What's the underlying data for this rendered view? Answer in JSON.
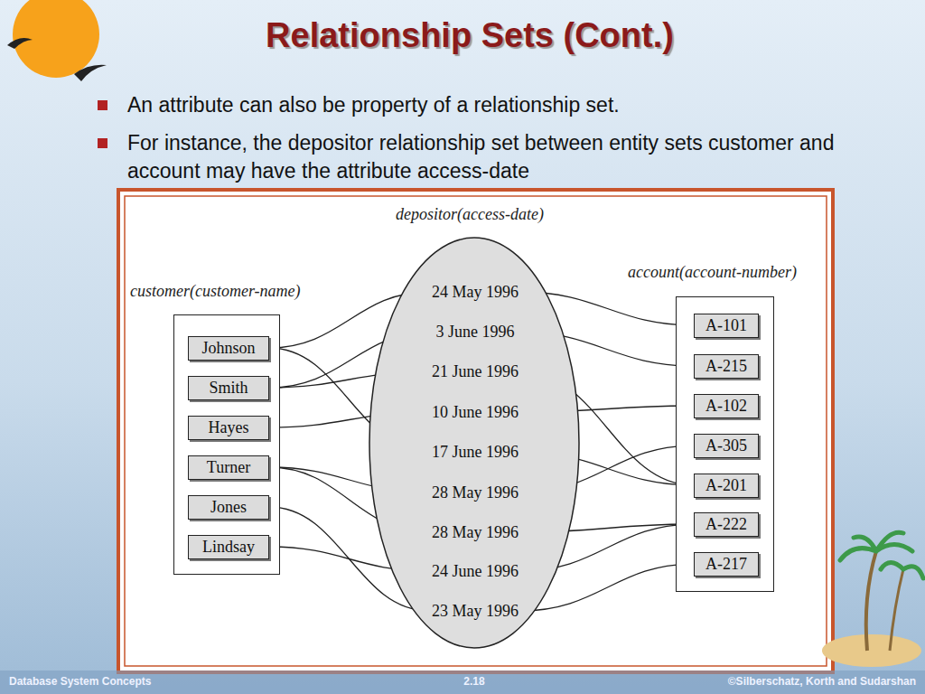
{
  "diagram": {
    "title": "Relationship Sets (Cont.)",
    "nodes": [
      {
        "text": [
          "customer(customer-name)"
        ]
      },
      {
        "text": [
          "Johnson"
        ],
        "in": 0
      },
      {
        "text": [
          "Smith"
        ],
        "in": 0
      },
      {
        "text": [
          "Hayes"
        ],
        "in": 0
      },
      {
        "text": [
          "Turner"
        ],
        "in": 0
      },
      {
        "text": [
          "Jones"
        ],
        "in": 0
      },
      {
        "text": [
          "Lindsay"
        ],
        "in": 0
      },
      {
        "text": [
          "depositor(access-date)"
        ]
      },
      {
        "text": [
          "24 May 1996"
        ],
        "in": 7
      },
      {
        "text": [
          "3 June 1996"
        ],
        "in": 7
      },
      {
        "text": [
          "21 June 1996"
        ],
        "in": 7
      },
      {
        "text": [
          "10 June 1996"
        ],
        "in": 7
      },
      {
        "text": [
          "17 June 1996"
        ],
        "in": 7
      },
      {
        "text": [
          "28 May 1996"
        ],
        "in": 7
      },
      {
        "text": [
          "28 May 1996"
        ],
        "in": 7
      },
      {
        "text": [
          "24 June 1996"
        ],
        "in": 7
      },
      {
        "text": [
          "23 May 1996"
        ],
        "in": 7
      },
      {
        "text": [
          "account(account-number)"
        ]
      },
      {
        "text": [
          "A-101"
        ],
        "in": 17
      },
      {
        "text": [
          "A-215"
        ],
        "in": 17
      },
      {
        "text": [
          "A-102"
        ],
        "in": 17
      },
      {
        "text": [
          "A-305"
        ],
        "in": 17
      },
      {
        "text": [
          "A-201"
        ],
        "in": 17
      },
      {
        "text": [
          "A-222"
        ],
        "in": 17
      },
      {
        "text": [
          "A-217"
        ],
        "in": 17
      }
    ],
    "edges": [
      {
        "from": 1,
        "to": 8,
        "arrow": "none"
      },
      {
        "from": 1,
        "to": 12,
        "arrow": "none"
      },
      {
        "from": 2,
        "to": 9,
        "arrow": "none"
      },
      {
        "from": 2,
        "to": 10,
        "arrow": "none"
      },
      {
        "from": 3,
        "to": 11,
        "arrow": "none"
      },
      {
        "from": 4,
        "to": 13,
        "arrow": "none"
      },
      {
        "from": 4,
        "to": 14,
        "arrow": "none"
      },
      {
        "from": 5,
        "to": 16,
        "arrow": "none"
      },
      {
        "from": 6,
        "to": 15,
        "arrow": "none"
      },
      {
        "from": 8,
        "to": 18,
        "arrow": "none"
      },
      {
        "from": 9,
        "to": 19,
        "arrow": "none"
      },
      {
        "from": 10,
        "to": 22,
        "arrow": "none"
      },
      {
        "from": 11,
        "to": 20,
        "arrow": "none"
      },
      {
        "from": 12,
        "to": 22,
        "arrow": "none"
      },
      {
        "from": 13,
        "to": 21,
        "arrow": "none"
      },
      {
        "from": 14,
        "to": 23,
        "arrow": "none"
      },
      {
        "from": 15,
        "to": 23,
        "arrow": "none"
      },
      {
        "from": 16,
        "to": 24,
        "arrow": "none"
      }
    ],
    "labels": [
      "An attribute can also be property of a relationship set.",
      "For instance, the depositor relationship set between entity sets customer and account may have the attribute access-date",
      "Database System Concepts",
      "2.18",
      "©Silberschatz, Korth and Sudarshan"
    ]
  }
}
